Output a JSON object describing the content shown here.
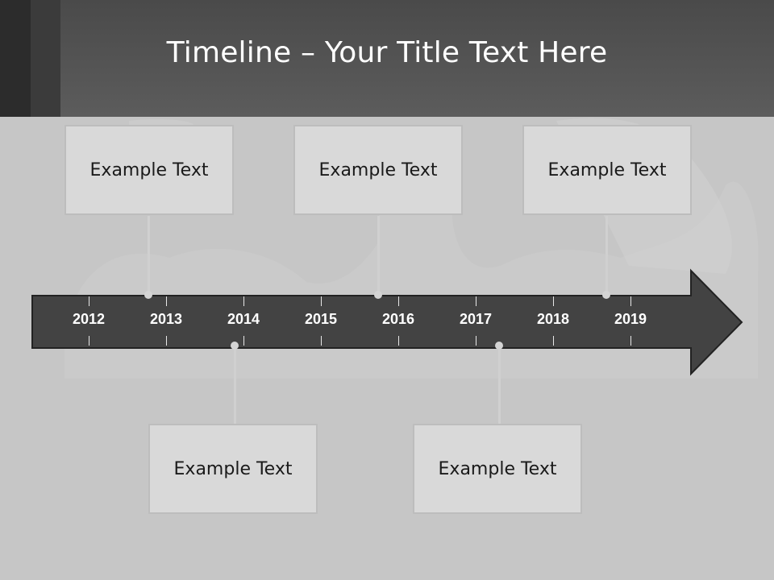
{
  "slide": {
    "title": "Timeline – Your Title Text Here"
  },
  "timeline": {
    "years": [
      "2012",
      "2013",
      "2014",
      "2015",
      "2016",
      "2017",
      "2018",
      "2019"
    ],
    "arrow_color": "#434343",
    "top_boxes": [
      {
        "text": "Example Text"
      },
      {
        "text": "Example Text"
      },
      {
        "text": "Example Text"
      }
    ],
    "bottom_boxes": [
      {
        "text": "Example Text"
      },
      {
        "text": "Example Text"
      }
    ]
  }
}
